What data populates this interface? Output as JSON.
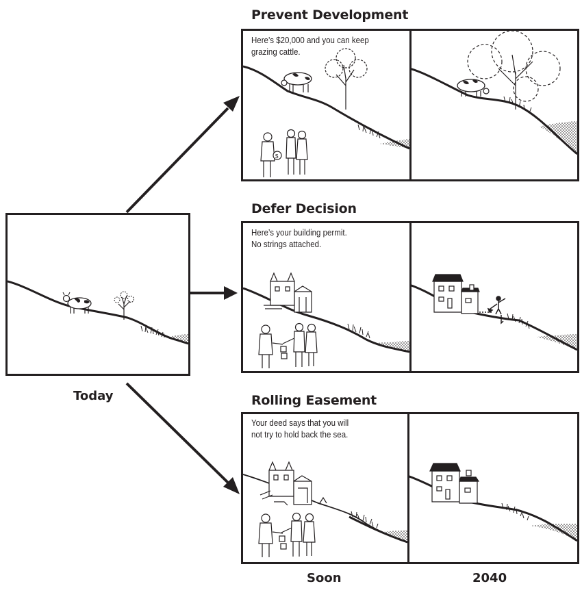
{
  "title": "Land use scenarios over time",
  "today": {
    "label": "Today",
    "scene": [
      "hillside",
      "cow",
      "small-tree",
      "marsh-grass",
      "shore"
    ]
  },
  "timeline_labels": {
    "soon": "Soon",
    "future": "2040"
  },
  "scenarios": [
    {
      "heading": "Prevent Development",
      "caption_lines": [
        "Here’s $20,000 and you can keep",
        "grazing cattle."
      ],
      "soon_scene": [
        "hillside",
        "grazing-cow",
        "tree",
        "officials-with-money-bag",
        "marsh-grass",
        "shore"
      ],
      "future_scene": [
        "hillside",
        "grazing-cow",
        "large-tree",
        "marsh-grass",
        "shore"
      ]
    },
    {
      "heading": "Defer Decision",
      "caption_lines": [
        "Here’s your building permit.",
        "No strings attached."
      ],
      "soon_scene": [
        "hillside",
        "house-under-construction",
        "officials-shaking-hands",
        "permit-papers",
        "marsh-grass",
        "shore"
      ],
      "future_scene": [
        "hillside",
        "finished-house",
        "seawall",
        "person-shoveling",
        "marsh-grass",
        "shore"
      ]
    },
    {
      "heading": "Rolling Easement",
      "caption_lines": [
        "Your deed says that you will",
        "not try to hold back the sea."
      ],
      "soon_scene": [
        "hillside",
        "house-under-construction",
        "officials-shaking-hands",
        "deed-papers",
        "marsh-grass",
        "shore"
      ],
      "future_scene": [
        "hillside",
        "finished-house",
        "marsh-grass",
        "shore"
      ]
    }
  ],
  "colors": {
    "ink": "#231f20",
    "paper": "#ffffff"
  }
}
